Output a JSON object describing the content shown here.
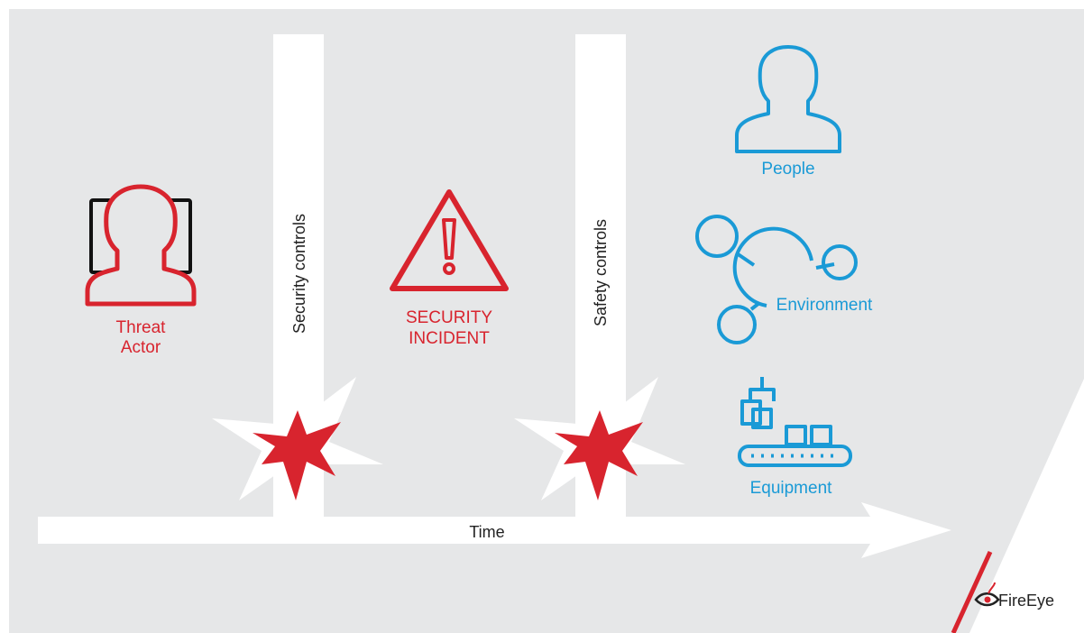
{
  "labels": {
    "threat_actor_line1": "Threat",
    "threat_actor_line2": "Actor",
    "security_controls": "Security controls",
    "security_incident_line1": "SECURITY",
    "security_incident_line2": "INCIDENT",
    "safety_controls": "Safety controls",
    "people": "People",
    "environment": "Environment",
    "equipment": "Equipment",
    "time": "Time"
  },
  "logo": {
    "text": "FireEye"
  },
  "colors": {
    "background": "#e6e7e8",
    "threat_red": "#d8242e",
    "asset_blue": "#1a9ad6",
    "text_dark": "#222222",
    "white": "#ffffff"
  }
}
